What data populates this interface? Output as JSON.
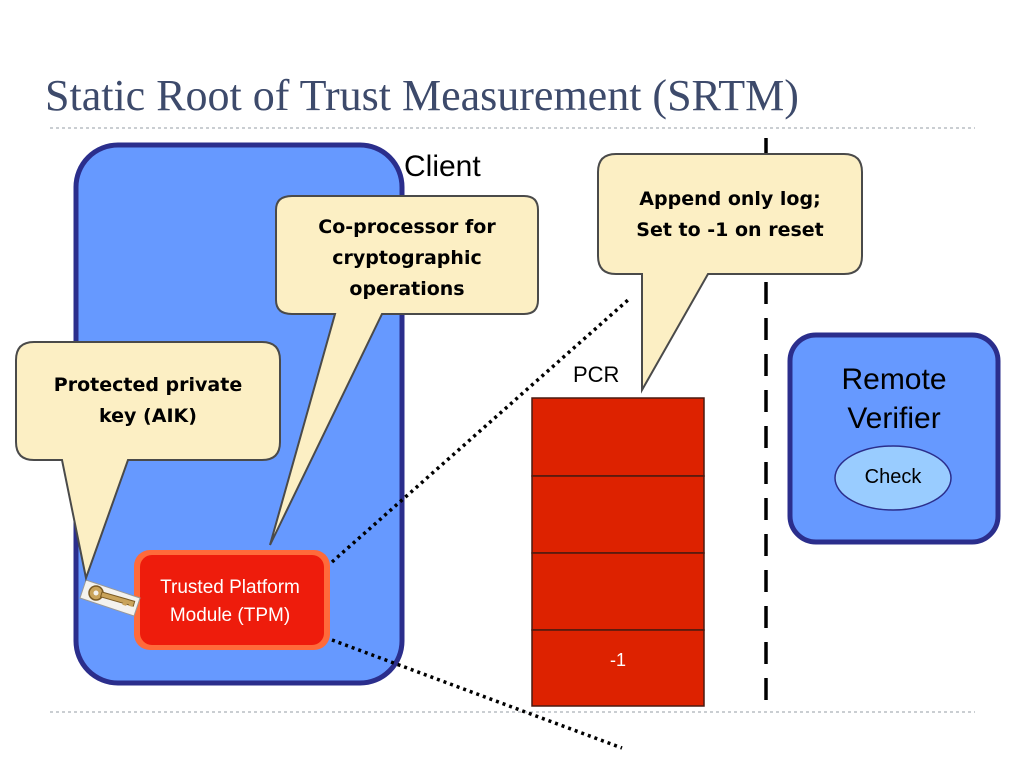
{
  "title": "Static Root of Trust Measurement (SRTM)",
  "client": {
    "label": "Client",
    "tpm_line1": "Trusted Platform",
    "tpm_line2": "Module (TPM)"
  },
  "callouts": {
    "coprocessor": [
      "Co-processor for",
      "cryptographic",
      "operations"
    ],
    "private_key": [
      "Protected private",
      "key (AIK)"
    ],
    "append_log": [
      "Append only log;",
      "Set to -1 on reset"
    ]
  },
  "pcr": {
    "label": "PCR",
    "cells": [
      "",
      "",
      "",
      "-1"
    ]
  },
  "verifier": {
    "line1": "Remote",
    "line2": "Verifier",
    "check_label": "Check"
  },
  "icons": [
    "key-icon"
  ],
  "colors": {
    "client_fill": "#6699ff",
    "box_border": "#2b2e8c",
    "tpm_red": "#ee1c0c",
    "pcr_red": "#dd2200",
    "callout_fill": "#fcefc4",
    "title": "#3d4a6b"
  }
}
